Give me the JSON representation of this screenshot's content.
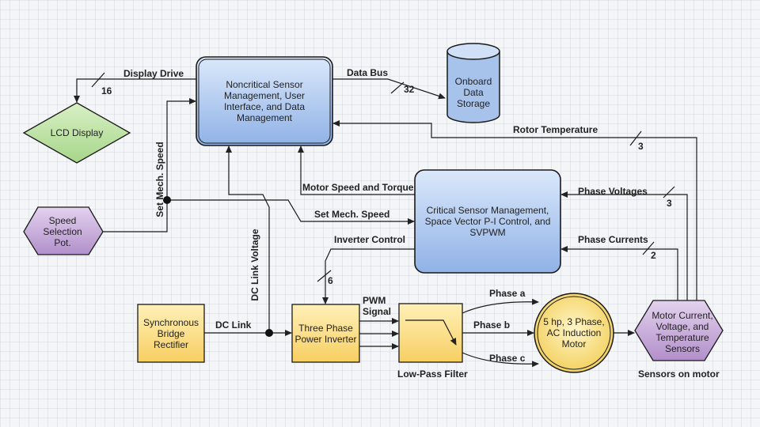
{
  "nodes": {
    "noncritical": "Noncritical Sensor Management, User Interface, and Data Management",
    "critical": "Critical Sensor Management, Space Vector P-I Control, and SVPWM",
    "storage": "Onboard Data Storage",
    "lcd": "LCD Display",
    "speed_pot": "Speed Selection Pot.",
    "rectifier": "Synchronous Bridge Rectifier",
    "inverter": "Three Phase Power Inverter",
    "filter_label": "Low-Pass Filter",
    "motor": "5 hp, 3 Phase, AC Induction Motor",
    "sensors": "Motor Current, Voltage, and Temperature Sensors",
    "sensors_label": "Sensors on motor"
  },
  "edges": {
    "display_drive": "Display Drive",
    "display_bits": "16",
    "data_bus": "Data Bus",
    "data_bits": "32",
    "rotor_temp": "Rotor Temperature",
    "rotor_bits": "3",
    "motor_speed_torque": "Motor Speed and Torque",
    "phase_voltages": "Phase Voltages",
    "phase_voltages_bits": "3",
    "phase_currents": "Phase Currents",
    "phase_currents_bits": "2",
    "set_mech_speed": "Set Mech. Speed",
    "set_mech_speed_vertical": "Set Mech. Speed",
    "inverter_control": "Inverter Control",
    "inverter_bits": "6",
    "dc_link_voltage": "DC Link Voltage",
    "dc_link": "DC Link",
    "pwm_signal": "PWM Signal",
    "phase_a": "Phase a",
    "phase_b": "Phase b",
    "phase_c": "Phase c"
  }
}
